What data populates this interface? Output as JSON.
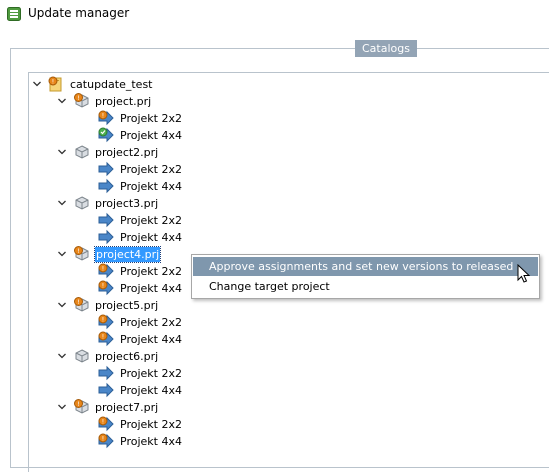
{
  "window": {
    "title": "Update manager",
    "icon": "database-icon"
  },
  "catalogs_label": "Catalogs",
  "tree": {
    "root": {
      "label": "catupdate_test",
      "icon": "catalog-folder-icon",
      "expanded": true
    },
    "projects": [
      {
        "label": "project.prj",
        "icon": "project-warning-icon",
        "expanded": true,
        "children": [
          {
            "label": "Projekt 2x2",
            "icon": "warning-arrow-icon"
          },
          {
            "label": "Projekt 4x4",
            "icon": "check-arrow-icon"
          }
        ]
      },
      {
        "label": "project2.prj",
        "icon": "project-gray-icon",
        "expanded": true,
        "children": [
          {
            "label": "Projekt 2x2",
            "icon": "arrow-right-icon"
          },
          {
            "label": "Projekt 4x4",
            "icon": "arrow-right-icon"
          }
        ]
      },
      {
        "label": "project3.prj",
        "icon": "project-gray-icon",
        "expanded": true,
        "children": [
          {
            "label": "Projekt 2x2",
            "icon": "arrow-right-icon"
          },
          {
            "label": "Projekt 4x4",
            "icon": "arrow-right-icon"
          }
        ]
      },
      {
        "label": "project4.prj",
        "icon": "project-warning-icon",
        "expanded": true,
        "selected": true,
        "children": [
          {
            "label": "Projekt 2x2",
            "icon": "warning-arrow-icon"
          },
          {
            "label": "Projekt 4x4",
            "icon": "warning-arrow-icon"
          }
        ]
      },
      {
        "label": "project5.prj",
        "icon": "project-warning-icon",
        "expanded": true,
        "children": [
          {
            "label": "Projekt 2x2",
            "icon": "warning-arrow-icon"
          },
          {
            "label": "Projekt 4x4",
            "icon": "warning-arrow-icon"
          }
        ]
      },
      {
        "label": "project6.prj",
        "icon": "project-gray-icon",
        "expanded": true,
        "children": [
          {
            "label": "Projekt 2x2",
            "icon": "arrow-right-icon"
          },
          {
            "label": "Projekt 4x4",
            "icon": "arrow-right-icon"
          }
        ]
      },
      {
        "label": "project7.prj",
        "icon": "project-warning-icon",
        "expanded": true,
        "children": [
          {
            "label": "Projekt 2x2",
            "icon": "warning-arrow-icon"
          },
          {
            "label": "Projekt 4x4",
            "icon": "warning-arrow-icon"
          }
        ]
      }
    ]
  },
  "context_menu": {
    "items": [
      {
        "label": "Approve assignments and set new versions to released",
        "highlighted": true
      },
      {
        "label": "Change target project",
        "highlighted": false
      }
    ]
  },
  "colors": {
    "selection": "#3399ff",
    "menu_highlight": "#7f97ad",
    "catalogs_label_bg": "#93a4b5",
    "arrow_blue": "#4a86c8",
    "warning_orange": "#e8861a"
  }
}
